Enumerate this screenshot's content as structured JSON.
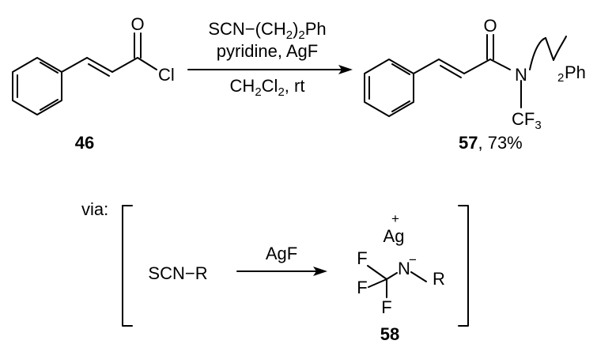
{
  "reaction": {
    "reactant_compound_id": "46",
    "reactant_atoms": {
      "carbonyl_o": "O",
      "chloride": "Cl"
    },
    "reagent_line_1": {
      "prefix": "SCN−(CH",
      "sub_1": "2",
      "mid": ")",
      "sub_2": "2",
      "suffix": "Ph"
    },
    "reagent_line_2": "pyridine, AgF",
    "conditions": {
      "prefix": "CH",
      "sub_1": "2",
      "mid": "Cl",
      "sub_2": "2",
      "suffix": ", rt"
    },
    "product_atoms": {
      "carbonyl_o": "O",
      "nitrogen": "N",
      "cf3_prefix": "CF",
      "cf3_sub": "3",
      "chain_sub": "2",
      "chain_end": "Ph"
    },
    "product_compound_id": "57",
    "product_yield": ", 73%"
  },
  "mechanism": {
    "via_label": "via:",
    "reactant": "SCN−R",
    "reagent": "AgF",
    "intermediate": {
      "silver": "Ag",
      "silver_charge": "+",
      "nitrogen": "N",
      "nitrogen_charge": "−",
      "fluorine": "F",
      "r_group": "R"
    },
    "intermediate_id": "58"
  }
}
